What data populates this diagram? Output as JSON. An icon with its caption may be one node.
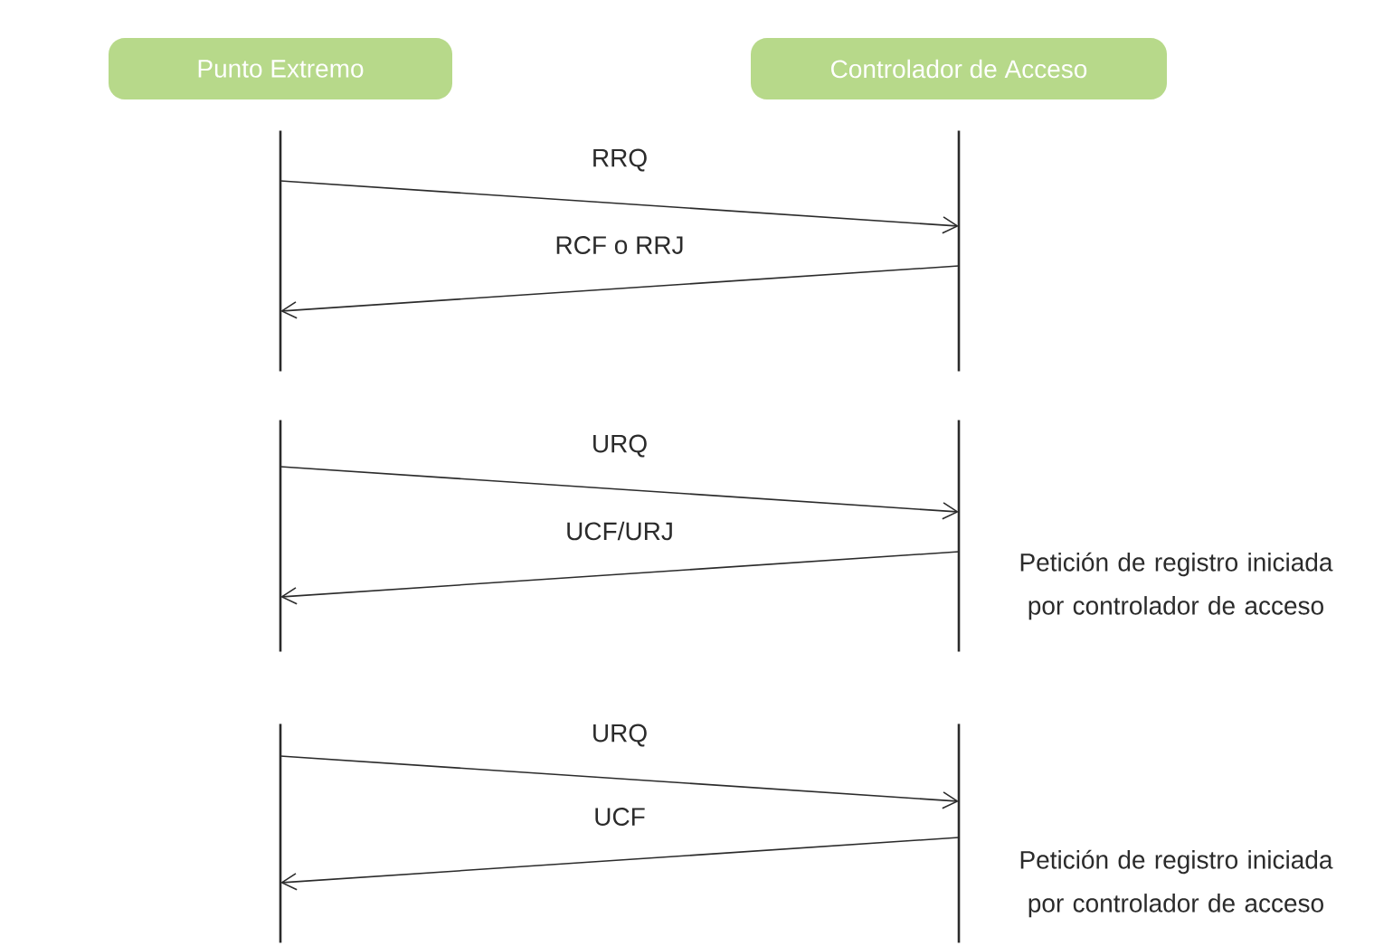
{
  "diagram": {
    "nodes": [
      {
        "text": [
          "Punto Extremo"
        ]
      },
      {
        "text": [
          "Controlador de Acceso"
        ]
      },
      {
        "text": [],
        "shape": "bar"
      },
      {
        "text": [],
        "shape": "bar"
      },
      {
        "text": [],
        "shape": "bar"
      },
      {
        "text": [],
        "shape": "bar",
        "beside": [
          "Petición de registro iniciada por controlador de acceso"
        ]
      },
      {
        "text": [],
        "shape": "bar"
      },
      {
        "text": [],
        "shape": "bar",
        "beside": [
          "Petición de registro iniciada por controlador de acceso"
        ]
      }
    ],
    "edges": [
      {
        "from": 2,
        "to": 3,
        "arrow": "to",
        "label": "RRQ"
      },
      {
        "from": 3,
        "to": 2,
        "arrow": "to",
        "label": "RCF o RRJ"
      },
      {
        "from": 4,
        "to": 5,
        "arrow": "to",
        "label": "URQ"
      },
      {
        "from": 5,
        "to": 4,
        "arrow": "to",
        "label": "UCF/URJ"
      },
      {
        "from": 6,
        "to": 7,
        "arrow": "to",
        "label": "URQ"
      },
      {
        "from": 7,
        "to": 6,
        "arrow": "to",
        "label": "UCF"
      }
    ]
  }
}
